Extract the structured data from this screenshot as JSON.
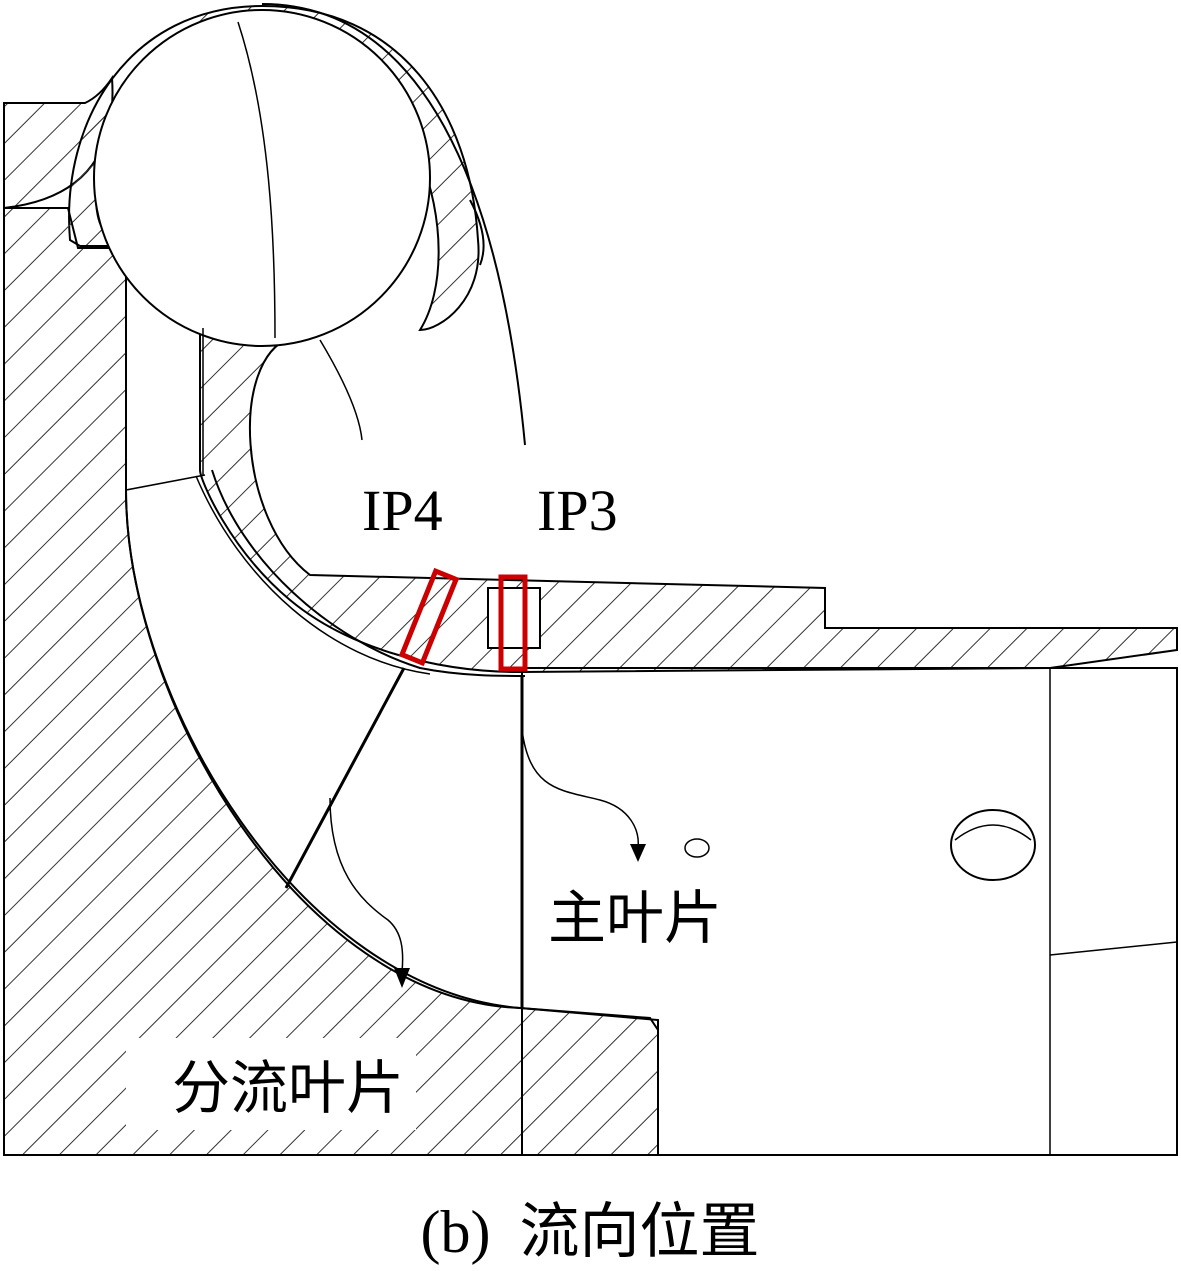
{
  "labels": {
    "ip4": "IP4",
    "ip3": "IP3",
    "main_blade": "主叶片",
    "splitter_blade": "分流叶片"
  },
  "caption": {
    "prefix": "(b)",
    "text": "流向位置"
  },
  "colors": {
    "line": "#000000",
    "hatch": "#333333",
    "marker": "#cc0000",
    "background": "#ffffff"
  }
}
